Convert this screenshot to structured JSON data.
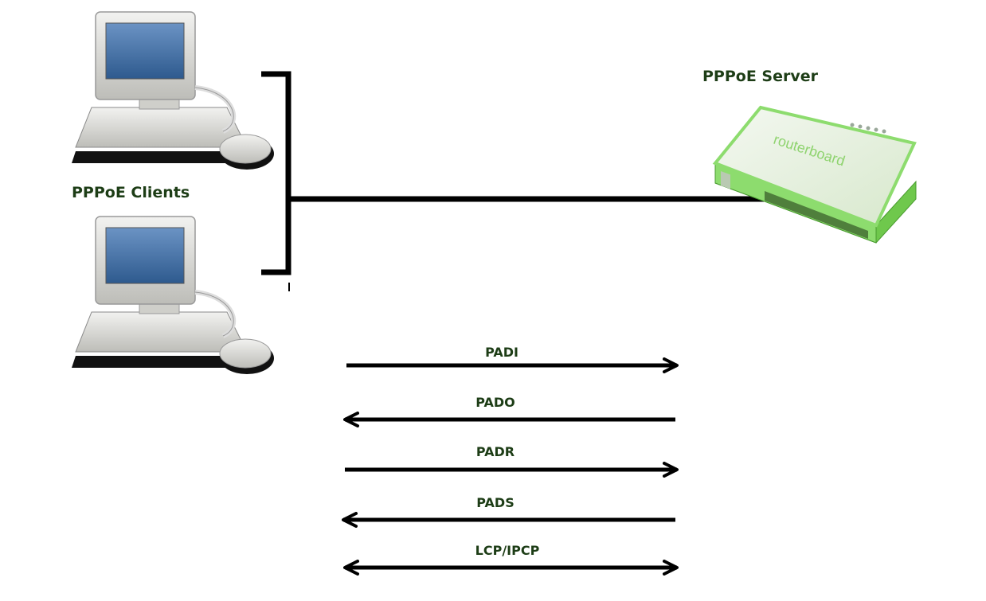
{
  "labels": {
    "clients": "PPPoE Clients",
    "server": "PPPoE Server",
    "device_brand": "routerboard"
  },
  "messages": [
    {
      "label": "PADI",
      "direction": "client-to-server"
    },
    {
      "label": "PADO",
      "direction": "server-to-client"
    },
    {
      "label": "PADR",
      "direction": "client-to-server"
    },
    {
      "label": "PADS",
      "direction": "server-to-client"
    },
    {
      "label": "LCP/IPCP",
      "direction": "bidirectional"
    }
  ],
  "colors": {
    "label_text": "#1d3d16",
    "lines": "#000000",
    "router_body": "#8ddc6e",
    "router_top": "#e9f4e3"
  }
}
